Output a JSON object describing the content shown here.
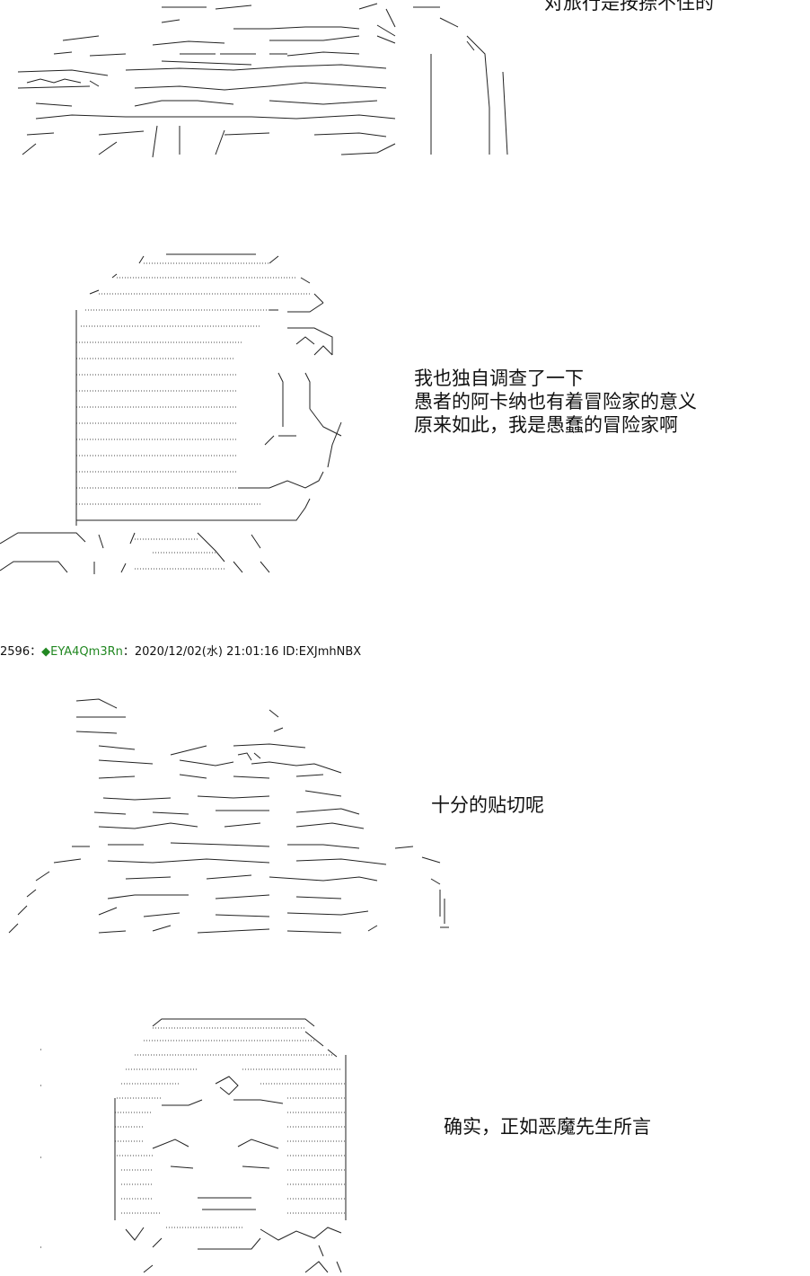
{
  "panels": [
    {
      "caption_lines": [
        "对旅行是按捺不住的"
      ]
    },
    {
      "caption_lines": [
        "我也独自调查了一下",
        "愚者的阿卡纳也有着冒险家的意义",
        "原来如此，我是愚蠢的冒险家啊"
      ]
    },
    {
      "caption_lines": [
        "十分的贴切呢"
      ]
    },
    {
      "caption_lines": [
        "确实，正如恶魔先生所言"
      ]
    }
  ],
  "post": {
    "number": "2596",
    "separator": "：",
    "diamond": "◆",
    "trip": "EYA4Qm3Rn",
    "datetime": "：2020/12/02(水) 21:01:16 ID:EXJmhNBX"
  },
  "colors": {
    "background": "#ffffff",
    "text": "#111111",
    "trip": "#228822"
  }
}
